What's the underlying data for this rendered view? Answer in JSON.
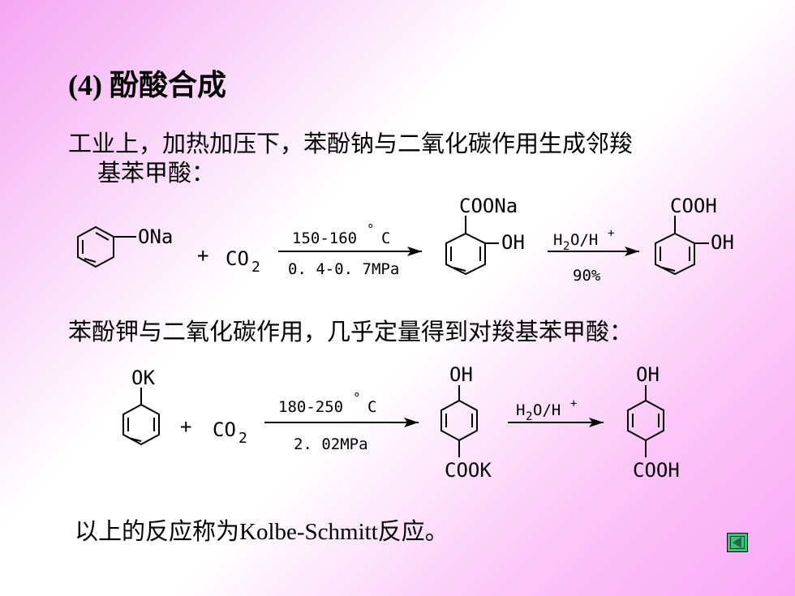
{
  "title": "(4) 酚酸合成",
  "para1": {
    "line1": "工业上，加热加压下，苯酚钠与二氧化碳作用生成邻羧",
    "line2": "基苯甲酸："
  },
  "para2": "苯酚钾与二氧化碳作用，几乎定量得到对羧基苯甲酸：",
  "para3": "以上的反应称为Kolbe-Schmitt反应。",
  "reaction1": {
    "reactant_group": "ONa",
    "plus": "+",
    "co2": "CO",
    "co2_sub": "2",
    "cond_top": "150-160",
    "cond_top_deg": "°",
    "cond_top_unit": "C",
    "cond_bottom": "0. 4-0. 7MPa",
    "prod1_top": "COONa",
    "prod1_side": "OH",
    "reagent": "H",
    "reagent_sub": "2",
    "reagent_rest": "O/H",
    "reagent_sup": "+",
    "yield": "90%",
    "prod2_top": "COOH",
    "prod2_side": "OH"
  },
  "reaction2": {
    "reactant_group": "OK",
    "plus": "+",
    "co2": "CO",
    "co2_sub": "2",
    "cond_top": "180-250",
    "cond_top_deg": "°",
    "cond_top_unit": "C",
    "cond_bottom": "2. 02MPa",
    "prod1_top": "OH",
    "prod1_bottom": "COOK",
    "reagent": "H",
    "reagent_sub": "2",
    "reagent_rest": "O/H",
    "reagent_sup": "+",
    "prod2_top": "OH",
    "prod2_bottom": "COOH"
  },
  "nav": {
    "icon": "triangle-left-icon",
    "color": "#3fbf7f"
  }
}
